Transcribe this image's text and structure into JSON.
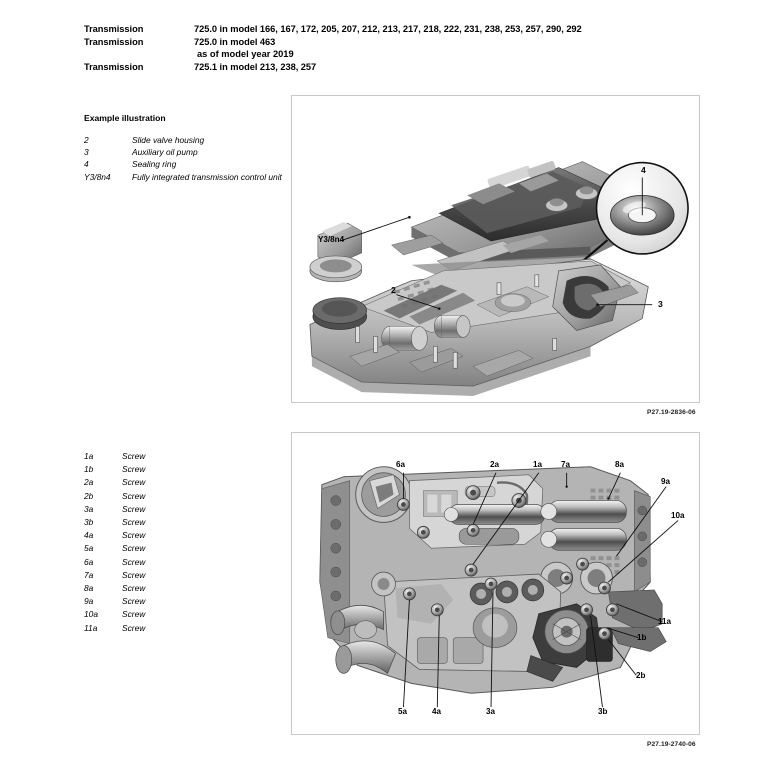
{
  "header": {
    "rows": [
      {
        "label": "Transmission",
        "value": "725.0 in model 166, 167, 172, 205, 207, 212, 213, 217, 218, 222, 231, 238, 253, 257, 290, 292"
      },
      {
        "label": "Transmission",
        "value": "725.0 in model 463"
      },
      {
        "label": "Transmission",
        "value": "725.1 in model 213, 238, 257"
      }
    ],
    "sub_note": "as of model year 2019"
  },
  "legend_top": {
    "title": "Example illustration",
    "items": [
      {
        "key": "2",
        "desc": "Slide valve housing"
      },
      {
        "key": "3",
        "desc": "Auxiliary oil pump"
      },
      {
        "key": "4",
        "desc": "Sealing ring"
      },
      {
        "key": "Y3/8n4",
        "desc": "Fully integrated transmission control unit"
      }
    ]
  },
  "legend_bottom": {
    "items": [
      {
        "key": "1a",
        "desc": "Screw"
      },
      {
        "key": "1b",
        "desc": "Screw"
      },
      {
        "key": "2a",
        "desc": "Screw"
      },
      {
        "key": "2b",
        "desc": "Screw"
      },
      {
        "key": "3a",
        "desc": "Screw"
      },
      {
        "key": "3b",
        "desc": "Screw"
      },
      {
        "key": "4a",
        "desc": "Screw"
      },
      {
        "key": "5a",
        "desc": "Screw"
      },
      {
        "key": "6a",
        "desc": "Screw"
      },
      {
        "key": "7a",
        "desc": "Screw"
      },
      {
        "key": "8a",
        "desc": "Screw"
      },
      {
        "key": "9a",
        "desc": "Screw"
      },
      {
        "key": "10a",
        "desc": "Screw"
      },
      {
        "key": "11a",
        "desc": "Screw"
      }
    ]
  },
  "figure_1": {
    "caption": "P27.19-2836-06",
    "callouts": [
      {
        "id": "y38n4",
        "text": "Y3/8n4"
      },
      {
        "id": "detail-4",
        "text": "4"
      },
      {
        "id": "item-2",
        "text": "2"
      },
      {
        "id": "item-3",
        "text": "3"
      }
    ]
  },
  "figure_2": {
    "caption": "P27.19-2740-06",
    "callouts": [
      {
        "id": "c6a",
        "text": "6a"
      },
      {
        "id": "c2a",
        "text": "2a"
      },
      {
        "id": "c1a",
        "text": "1a"
      },
      {
        "id": "c7a",
        "text": "7a"
      },
      {
        "id": "c8a",
        "text": "8a"
      },
      {
        "id": "c9a",
        "text": "9a"
      },
      {
        "id": "c10a",
        "text": "10a"
      },
      {
        "id": "c11a",
        "text": "11a"
      },
      {
        "id": "c1b",
        "text": "1b"
      },
      {
        "id": "c2b",
        "text": "2b"
      },
      {
        "id": "c5a",
        "text": "5a"
      },
      {
        "id": "c4a",
        "text": "4a"
      },
      {
        "id": "c3a",
        "text": "3a"
      },
      {
        "id": "c3b",
        "text": "3b"
      }
    ]
  },
  "colors": {
    "frame_border": "#c9c9c9",
    "ink": "#000000",
    "metal_light": "#d8d8d8",
    "metal_mid": "#a8a8a8",
    "metal_dark": "#6e6e6e",
    "metal_darkest": "#3a3a3a"
  }
}
